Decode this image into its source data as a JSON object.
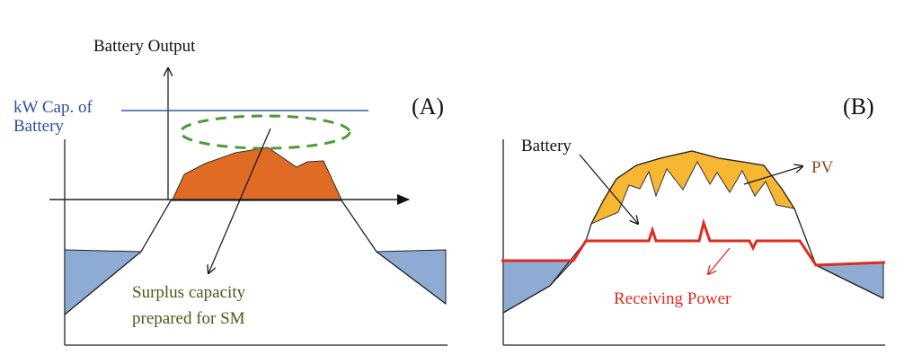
{
  "panel_a": {
    "label": "(A)",
    "axis_label": "Battery Output",
    "capacity_label_line1": "kW Cap. of",
    "capacity_label_line2": "Battery",
    "annotation_line1": "Surplus capacity",
    "annotation_line2": "prepared for SM"
  },
  "panel_b": {
    "label": "(B)",
    "battery_label": "Battery",
    "pv_label": "PV",
    "receiving_label": "Receiving Power"
  },
  "colors": {
    "blue_fill": "#8eacd3",
    "orange_fill": "#e06b25",
    "pv_fill": "#f7b733",
    "capacity_line": "#3a57a7",
    "dashed_ellipse": "#4e9a3a",
    "annotation_text": "#4a5a1a",
    "receiving_line": "#e02b20",
    "label_blue": "#2f4f9f"
  }
}
